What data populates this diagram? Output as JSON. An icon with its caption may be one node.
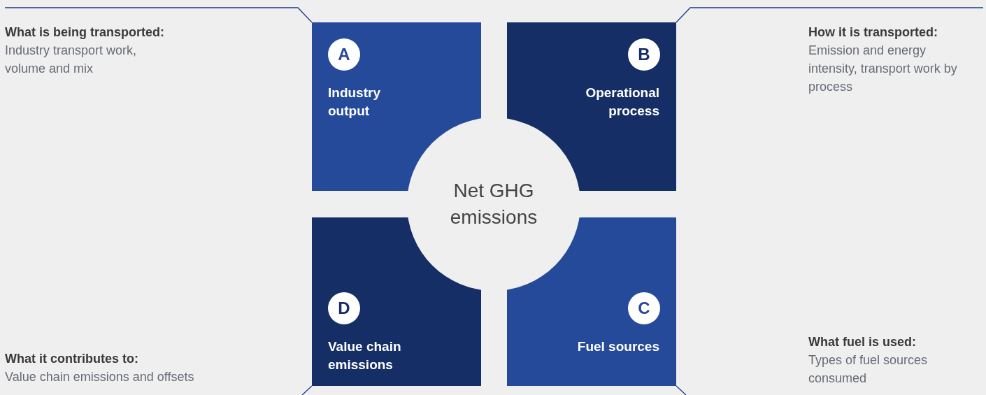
{
  "diagram": {
    "nodes": [
      {
        "text": [
          "A",
          "Industry output"
        ]
      },
      {
        "text": [
          "B",
          "Operational process"
        ]
      },
      {
        "text": [
          "Net GHG emissions"
        ]
      },
      {
        "text": [
          "D",
          "Value chain emissions"
        ]
      },
      {
        "text": [
          "C",
          "Fuel sources"
        ]
      },
      {
        "text": [
          "What is being transported:",
          "Industry transport work, volume and mix"
        ]
      },
      {
        "text": [
          "How it is transported:",
          "Emission and energy intensity, transport work by process"
        ]
      },
      {
        "text": [
          "What it contributes to:",
          "Value chain emissions and offsets"
        ]
      },
      {
        "text": [
          "What fuel is used:",
          "Types of fuel sources consumed"
        ]
      }
    ],
    "edges": [
      {
        "from": 5,
        "to": 0,
        "arrow": "none"
      },
      {
        "from": 6,
        "to": 1,
        "arrow": "none"
      },
      {
        "from": null,
        "to": 3,
        "arrow": "none"
      },
      {
        "from": null,
        "to": 4,
        "arrow": "none"
      }
    ]
  }
}
